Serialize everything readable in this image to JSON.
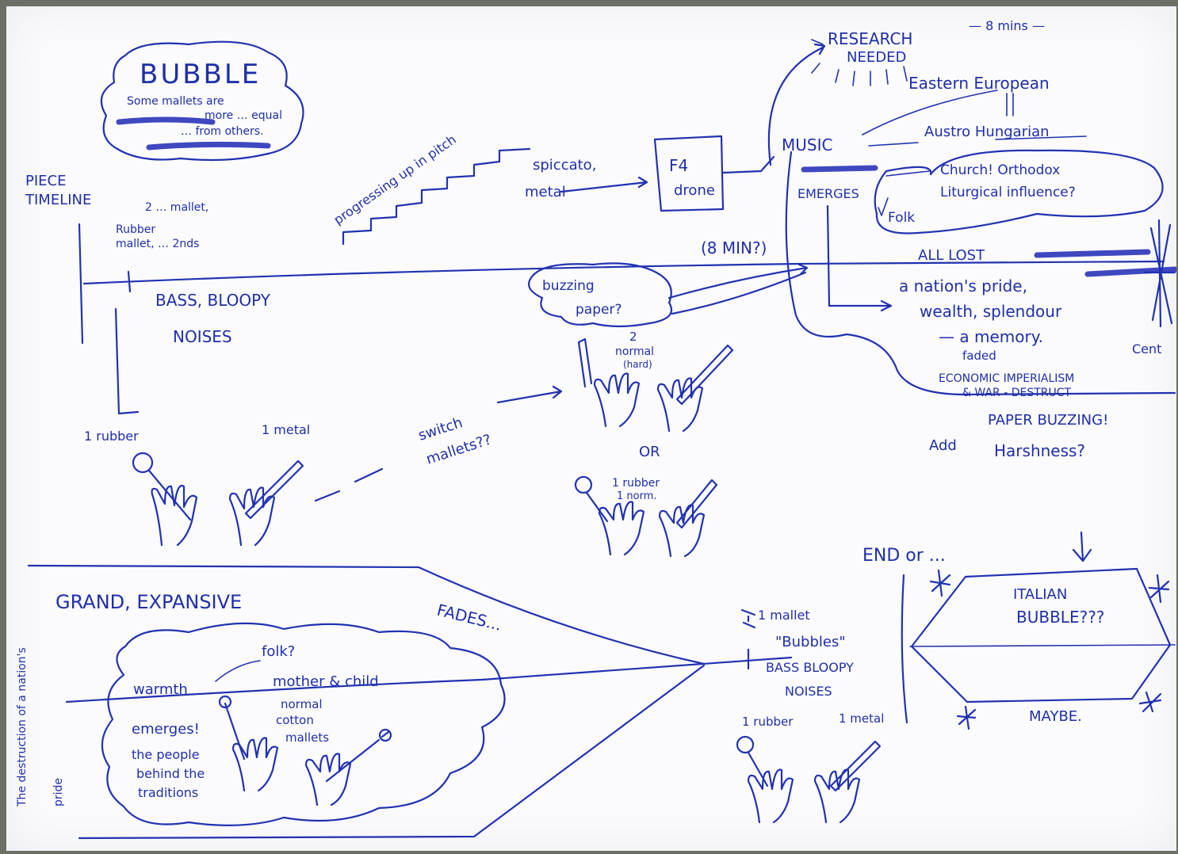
{
  "colors": {
    "ink": "#2132b0",
    "paper": "#fbfbfd",
    "background": "#6b6f66"
  },
  "bubble": {
    "title": "BUBBLE",
    "line1": "Some mallets are",
    "line2": "more … equal",
    "line3": "… from others."
  },
  "timeline_label": {
    "line1": "PIECE",
    "line2": "TIMELINE"
  },
  "opening": {
    "mallets_note_line1": "2 … mallet,",
    "mallets_note_line2": "Rubber",
    "mallets_note_line3": "mallet, … 2nds",
    "noises_line1": "BASS, BLOOPY",
    "noises_line2": "NOISES",
    "rubber": "1 rubber",
    "metal": "1 metal"
  },
  "stairs_label": "progressing up in pitch",
  "switch_label": {
    "line1": "switch",
    "line2": "mallets??"
  },
  "buzzing": {
    "line1": "buzzing",
    "line2": "paper?"
  },
  "normal_hands": {
    "line1": "2",
    "line2": "normal",
    "line3": "(hard)"
  },
  "or_label": "OR",
  "rubber_normal": {
    "line1": "1 rubber",
    "line2": "1 norm."
  },
  "spiccato": {
    "line1": "spiccato,",
    "line2": "metal"
  },
  "drone_box": {
    "line1": "F4",
    "line2": "drone"
  },
  "eight_min": "(8 MIN?)",
  "research": {
    "line1": "RESEARCH",
    "line2": "NEEDED",
    "time": "— 8 mins —"
  },
  "eastern_european": "Eastern European",
  "austro_hungarian": "Austro Hungarian",
  "music_emerges": {
    "line1": "MUSIC",
    "line2": "EMERGES"
  },
  "church": {
    "line1": "Church! Orthodox",
    "line2": "Liturgical influence?"
  },
  "folk": "Folk",
  "all_lost": "ALL LOST",
  "nations_pride": {
    "line1": "a nation's pride,",
    "line2": "wealth, splendour",
    "line3": "— a memory.",
    "line4": "faded"
  },
  "imperialism": {
    "line1": "ECONOMIC IMPERIALISM",
    "line2": "& WAR - DESTRUCT"
  },
  "cent": "Cent",
  "paper_buzzing": "PAPER BUZZING!",
  "harshness": {
    "line1": "Add",
    "line2": "Harshness?"
  },
  "grand": "GRAND, EXPANSIVE",
  "fades": "FADES...",
  "cloud": {
    "warmth": "warmth",
    "folk": "folk?",
    "mother": "mother & child",
    "emerges": "emerges!",
    "people1": "the people",
    "people2": "behind the",
    "people3": "traditions",
    "cotton1": "normal",
    "cotton2": "cotton",
    "cotton3": "mallets"
  },
  "side_note": {
    "line1": "The destruction of a nation's",
    "line2": "pride"
  },
  "end_section": {
    "mallet_note": "1 mallet",
    "bubbles": "\"Bubbles\"",
    "noises1": "BASS BLOOPY",
    "noises2": "NOISES",
    "rubber": "1 rubber",
    "metal": "1 metal"
  },
  "end_or": "END   or ...",
  "italian": {
    "line1": "ITALIAN",
    "line2": "BUBBLE???"
  },
  "maybe": "MAYBE."
}
